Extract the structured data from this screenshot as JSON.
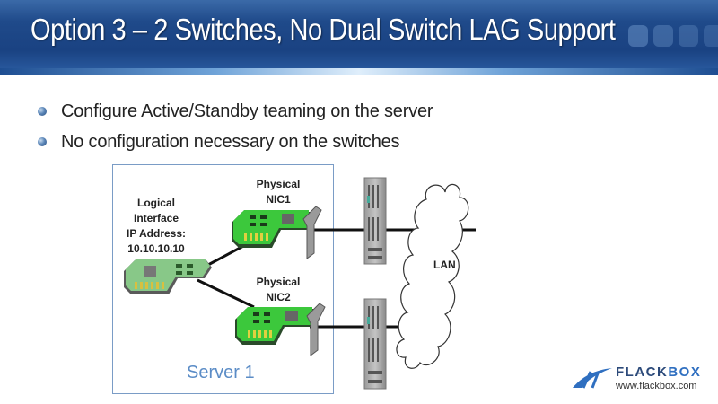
{
  "header": {
    "title": "Option 3 – 2 Switches, No Dual Switch LAG Support"
  },
  "bullets": [
    {
      "text": "Configure Active/Standby teaming on the server"
    },
    {
      "text": "No configuration necessary on the switches"
    }
  ],
  "diagram": {
    "logical_interface": {
      "line1": "Logical",
      "line2": "Interface",
      "line3": "IP Address:",
      "line4": "10.10.10.10"
    },
    "nic1": {
      "line1": "Physical",
      "line2": "NIC1"
    },
    "nic2": {
      "line1": "Physical",
      "line2": "NIC2"
    },
    "server_label": "Server 1",
    "cloud_label": "LAN",
    "icons": [
      "network-card-icon",
      "switch-icon",
      "cloud-icon"
    ]
  },
  "logo": {
    "name_part1": "FLACK",
    "name_part2": "BOX",
    "url": "www.flackbox.com"
  }
}
